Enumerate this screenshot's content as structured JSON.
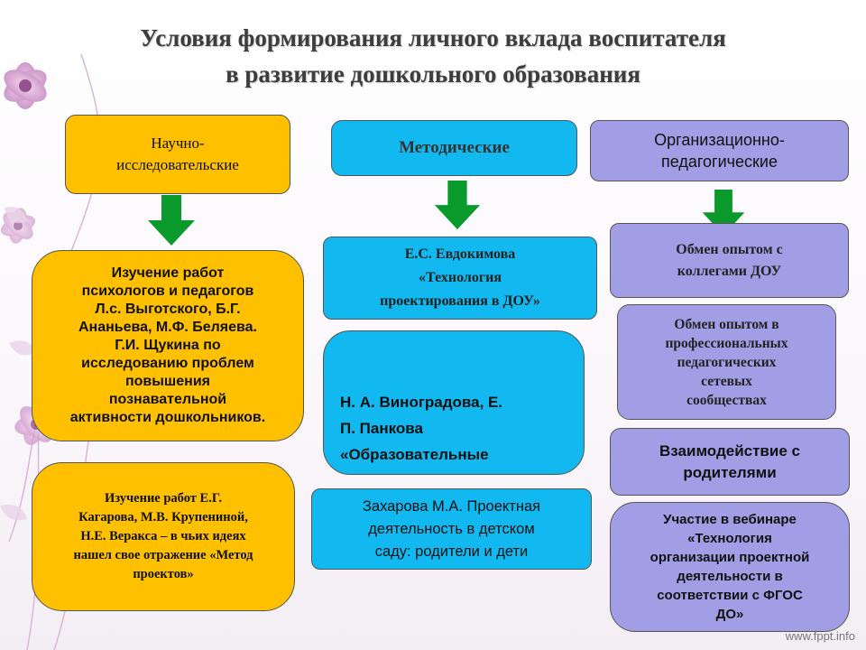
{
  "title": {
    "line1": "Условия формирования личного вклада воспитателя",
    "line2": "в развитие дошкольного образования"
  },
  "columns": {
    "left": {
      "header": "Научно-\nисследовательские",
      "item1": "Изучение работ\nпсихологов и педагогов\nЛ.с. Выготского, Б.Г.\nАнаньева, М.Ф. Беляева.\nГ.И. Щукина по\nисследованию проблем\nповышения\nпознавательной\nактивности дошкольников.",
      "item2": "Изучение работ Е.Г.\nКагарова, М.В. Крупениной,\nН.Е. Веракса – в чьих идеях\nнашел свое отражение «Метод\nпроектов»"
    },
    "middle": {
      "header": "Методические",
      "item1": "Е.С. Евдокимова\n«Технология\nпроектирования в ДОУ»",
      "item2": "Н. А. Виноградова, Е.\nП. Панкова\n«Образовательные\nпроекты  в детском",
      "item3": "Захарова М.А. Проектная\nдеятельность в детском\nсаду: родители и дети"
    },
    "right": {
      "header": "Организационно-\nпедагогические",
      "item1": "Обмен опытом с\nколлегами ДОУ",
      "item2": "Обмен опытом в\nпрофессиональных\nпедагогических\nсетевых\nсообществах",
      "item3": "Взаимодействие с\nродителями",
      "item4": "Участие в вебинаре\n«Технология\nорганизации проектной\nдеятельности в\nсоответствии с ФГОС\nДО»"
    }
  },
  "watermark": "www.fppt.info",
  "colors": {
    "orange": "#ffc000",
    "cyan": "#12b9f0",
    "violet": "#a29ee6",
    "arrow_green": "#0a9a2c"
  }
}
